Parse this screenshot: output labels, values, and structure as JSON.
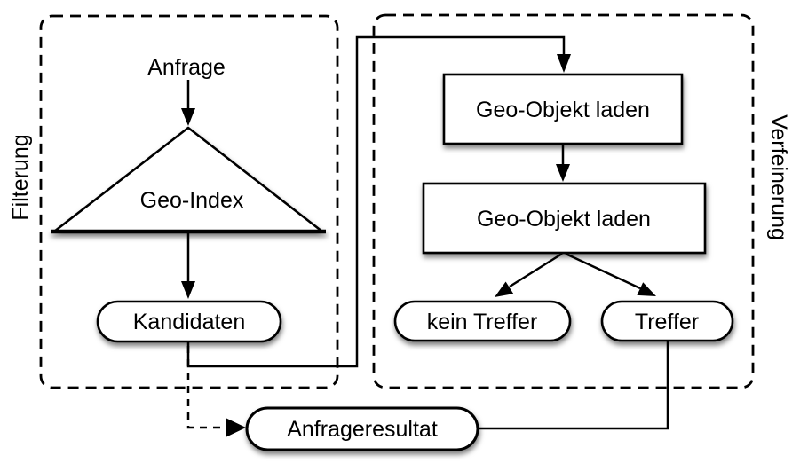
{
  "diagram": {
    "type": "flowchart",
    "language": "de",
    "colors": {
      "stroke": "#000000",
      "fill": "#ffffff",
      "background": "#ffffff"
    },
    "groups": [
      {
        "id": "filterung",
        "label": "Filterung",
        "position": "left",
        "border": "dashed"
      },
      {
        "id": "verfeinerung",
        "label": "Verfeinerung",
        "position": "right",
        "border": "dashed"
      }
    ],
    "nodes": {
      "anfrage": {
        "label": "Anfrage",
        "shape": "plain-text",
        "group": "filterung"
      },
      "geo_index": {
        "label": "Geo-Index",
        "shape": "triangle",
        "group": "filterung"
      },
      "kandidaten": {
        "label": "Kandidaten",
        "shape": "rounded-pill",
        "group": "filterung"
      },
      "laden_1": {
        "label": "Geo-Objekt laden",
        "shape": "rectangle",
        "group": "verfeinerung"
      },
      "laden_2": {
        "label": "Geo-Objekt laden",
        "shape": "rectangle",
        "group": "verfeinerung"
      },
      "kein_treffer": {
        "label": "kein Treffer",
        "shape": "rounded-pill",
        "group": "verfeinerung"
      },
      "treffer": {
        "label": "Treffer",
        "shape": "rounded-pill",
        "group": "verfeinerung"
      },
      "anfrageresultat": {
        "label": "Anfrageresultat",
        "shape": "rounded-pill",
        "group": "none"
      }
    },
    "edges": [
      {
        "from": "anfrage",
        "to": "geo_index",
        "style": "solid",
        "arrow": true
      },
      {
        "from": "geo_index",
        "to": "kandidaten",
        "style": "solid",
        "arrow": true
      },
      {
        "from": "kandidaten",
        "to": "laden_1",
        "style": "solid",
        "arrow": true,
        "route": "down-right-up-right"
      },
      {
        "from": "laden_1",
        "to": "laden_2",
        "style": "solid",
        "arrow": true
      },
      {
        "from": "laden_2",
        "to": "kein_treffer",
        "style": "solid",
        "arrow": true
      },
      {
        "from": "laden_2",
        "to": "treffer",
        "style": "solid",
        "arrow": true
      },
      {
        "from": "treffer",
        "to": "anfrageresultat",
        "style": "solid",
        "arrow": false
      },
      {
        "from": "kandidaten",
        "to": "anfrageresultat",
        "style": "dashed",
        "arrow": true
      }
    ]
  }
}
